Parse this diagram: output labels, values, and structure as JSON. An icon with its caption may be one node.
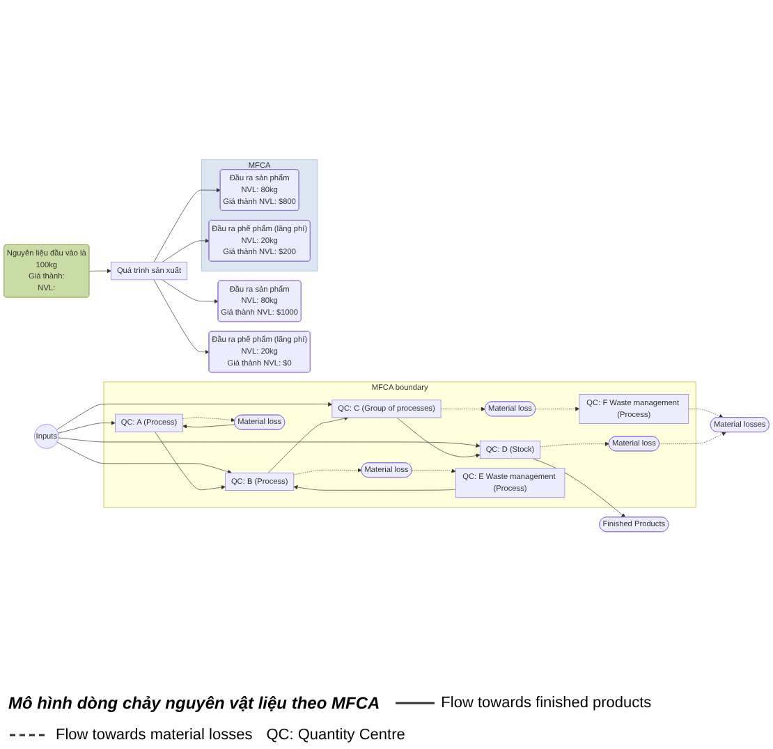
{
  "diagram": {
    "caption": "Mô hình dòng chảy nguyên vật liệu theo MFCA",
    "nodes": [
      {
        "text": [
          "MFCA boundary"
        ]
      },
      {
        "text": [
          "Inputs"
        ]
      },
      {
        "text": [
          "QC: A (Process)"
        ],
        "in": 0
      },
      {
        "text": [
          "QC: B (Process)"
        ],
        "in": 0
      },
      {
        "text": [
          "QC: C (Group of processes)"
        ],
        "in": 0
      },
      {
        "text": [
          "QC: D (Stock)"
        ],
        "in": 0
      },
      {
        "text": [
          "Finished Products"
        ]
      },
      {
        "text": [
          "Material loss"
        ],
        "in": 0
      },
      {
        "text": [
          "Material loss"
        ],
        "in": 0
      },
      {
        "text": [
          "Material loss"
        ],
        "in": 0
      },
      {
        "text": [
          "Material loss"
        ],
        "in": 0
      },
      {
        "text": [
          "QC: E Waste management (Process)"
        ],
        "in": 0
      },
      {
        "text": [
          "QC: F Waste management (Process)"
        ],
        "in": 0
      },
      {
        "text": [
          "Material losses"
        ]
      },
      {
        "text": [
          "Nguyên liệu đầu vào là",
          "100kg",
          "Giá thành:",
          "NVL:"
        ]
      },
      {
        "text": [
          "Quá trình sản xuất"
        ]
      },
      {
        "text": [
          "Đầu ra sản phẩm",
          "NVL: 80kg",
          "Giá thành NVL: $1000"
        ]
      },
      {
        "text": [
          "Đầu ra phế phẩm (lãng phí)",
          "NVL: 20kg",
          "Giá thành NVL: $0"
        ]
      },
      {
        "text": [
          "MFCA"
        ]
      },
      {
        "text": [
          "Đầu ra sản phẩm",
          "NVL: 80kg",
          "Giá thành NVL: $800"
        ],
        "in": 18
      },
      {
        "text": [
          "Đầu ra phế phẩm (lãng phí)",
          "NVL: 20kg",
          "Giá thành NVL: $200"
        ],
        "in": 18
      }
    ],
    "edges": [
      {
        "from": 1,
        "to": 2,
        "arrow": "to"
      },
      {
        "from": 1,
        "to": 3,
        "arrow": "to"
      },
      {
        "from": 1,
        "to": 4,
        "arrow": "to"
      },
      {
        "from": 1,
        "to": 5,
        "arrow": "to"
      },
      {
        "from": 2,
        "to": 3,
        "arrow": "to"
      },
      {
        "from": 3,
        "to": 4,
        "arrow": "to"
      },
      {
        "from": 4,
        "to": 5,
        "arrow": "to"
      },
      {
        "from": 5,
        "to": 6,
        "arrow": "to"
      },
      {
        "from": 2,
        "to": 7,
        "arrow": "to",
        "style": "dashed"
      },
      {
        "from": 3,
        "to": 8,
        "arrow": "to",
        "style": "dashed"
      },
      {
        "from": 4,
        "to": 9,
        "arrow": "to",
        "style": "dashed"
      },
      {
        "from": 5,
        "to": 10,
        "arrow": "to",
        "style": "dashed"
      },
      {
        "from": 7,
        "to": 2,
        "arrow": "to"
      },
      {
        "from": 8,
        "to": 11,
        "arrow": "to",
        "style": "dashed"
      },
      {
        "from": 9,
        "to": 12,
        "arrow": "to",
        "style": "dashed"
      },
      {
        "from": 11,
        "to": 3,
        "arrow": "to"
      },
      {
        "from": 12,
        "to": 13,
        "arrow": "to",
        "style": "dashed"
      },
      {
        "from": 10,
        "to": 13,
        "arrow": "to",
        "style": "dashed"
      },
      {
        "from": 14,
        "to": 15,
        "arrow": "to"
      },
      {
        "from": 15,
        "to": 16,
        "arrow": "to"
      },
      {
        "from": 15,
        "to": 17,
        "arrow": "to"
      },
      {
        "from": 15,
        "to": 19,
        "arrow": "to"
      },
      {
        "from": 15,
        "to": 20,
        "arrow": "to"
      }
    ],
    "labels": [
      "QC: Quantity Centre"
    ],
    "legend": [
      {
        "text": "Flow towards finished products"
      },
      {
        "text": "Flow towards material losses"
      }
    ]
  }
}
